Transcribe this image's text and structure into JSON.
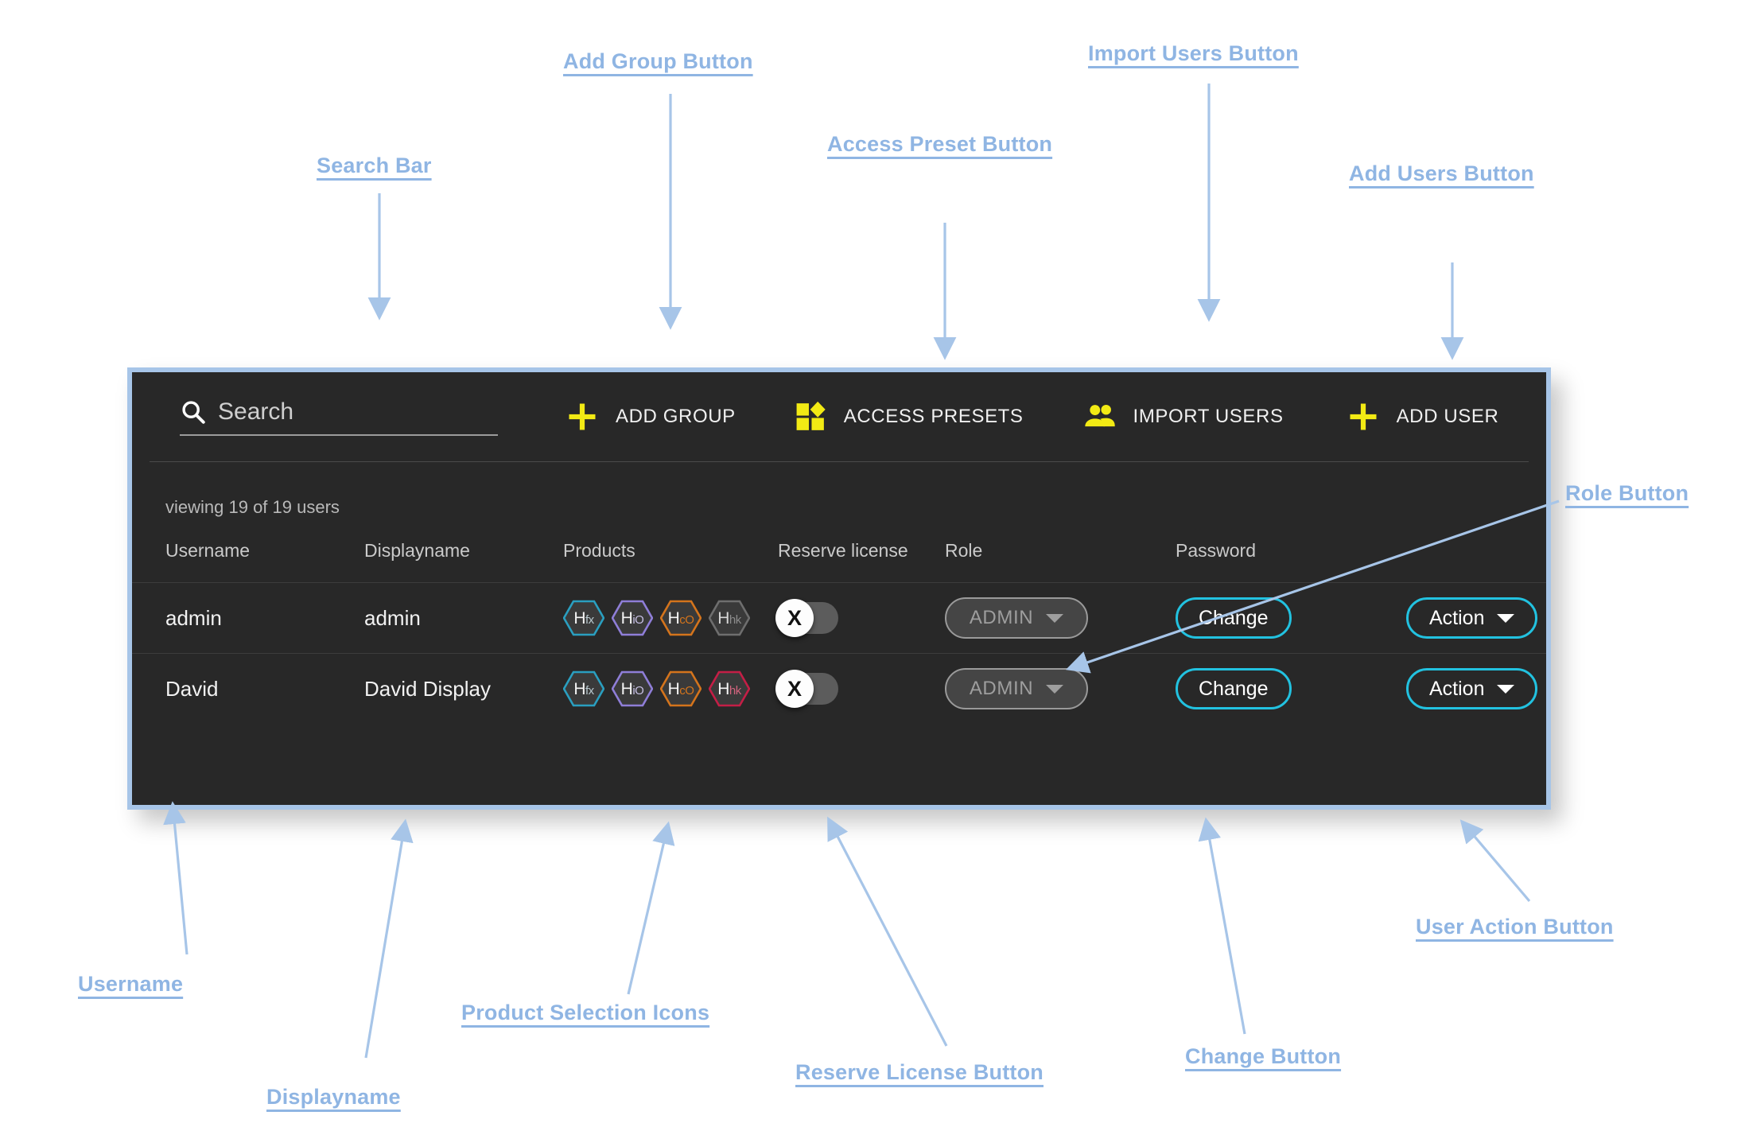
{
  "panel": {
    "toolbar": {
      "search": {
        "placeholder": "Search",
        "value": "",
        "icon": "search-icon"
      },
      "buttons": [
        {
          "label": "ADD GROUP",
          "icon": "plus-icon"
        },
        {
          "label": "ACCESS PRESETS",
          "icon": "grid-diamond-icon"
        },
        {
          "label": "IMPORT USERS",
          "icon": "people-icon"
        },
        {
          "label": "ADD USER",
          "icon": "plus-icon"
        }
      ]
    },
    "viewing_text": "viewing 19 of 19 users",
    "table": {
      "headers": [
        "Username",
        "Displayname",
        "Products",
        "Reserve license",
        "Role",
        "Password",
        ""
      ],
      "rows": [
        {
          "username": "admin",
          "displayname": "admin",
          "products": [
            {
              "main": "H",
              "sub": "fx",
              "color": "#2a9fc0",
              "active": true
            },
            {
              "main": "H",
              "sub": "iO",
              "color": "#8f7ed8",
              "active": true
            },
            {
              "main": "H",
              "sub": "cO",
              "color": "#d4741c",
              "active": true
            },
            {
              "main": "H",
              "sub": "hk",
              "color": "#6e6e6e",
              "active": false
            }
          ],
          "reserve_license": {
            "state": "off",
            "knob_label": "X"
          },
          "role": "ADMIN",
          "password_label": "Change",
          "action_label": "Action"
        },
        {
          "username": "David",
          "displayname": "David Display",
          "products": [
            {
              "main": "H",
              "sub": "fx",
              "color": "#2a9fc0",
              "active": true
            },
            {
              "main": "H",
              "sub": "iO",
              "color": "#8f7ed8",
              "active": true
            },
            {
              "main": "H",
              "sub": "cO",
              "color": "#d4741c",
              "active": true
            },
            {
              "main": "H",
              "sub": "hk",
              "color": "#c41e46",
              "active": true
            }
          ],
          "reserve_license": {
            "state": "off",
            "knob_label": "X"
          },
          "role": "ADMIN",
          "password_label": "Change",
          "action_label": "Action"
        }
      ]
    }
  },
  "annotations": [
    {
      "id": "search-bar",
      "label": "Search Bar"
    },
    {
      "id": "add-group-button",
      "label": "Add Group Button"
    },
    {
      "id": "access-preset-button",
      "label": "Access Preset Button"
    },
    {
      "id": "import-users-button",
      "label": "Import Users Button"
    },
    {
      "id": "add-users-button",
      "label": "Add Users Button"
    },
    {
      "id": "role-button",
      "label": "Role Button"
    },
    {
      "id": "username",
      "label": "Username"
    },
    {
      "id": "displayname",
      "label": "Displayname"
    },
    {
      "id": "product-selection-icons",
      "label": "Product Selection Icons"
    },
    {
      "id": "reserve-license-button",
      "label": "Reserve License Button"
    },
    {
      "id": "change-button",
      "label": "Change Button"
    },
    {
      "id": "user-action-button",
      "label": "User Action Button"
    }
  ],
  "colors": {
    "panel_bg": "#282828",
    "panel_border": "#a7c5e8",
    "accent_yellow": "#f2ea14",
    "accent_cyan": "#22c2e0",
    "annotation_blue": "#8fb5e3"
  }
}
